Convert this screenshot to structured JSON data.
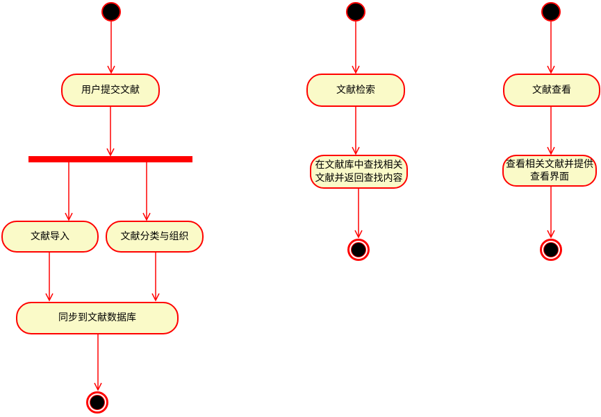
{
  "diagram": {
    "kind": "uml-activity-diagram",
    "colors": {
      "border": "#FF0000",
      "fill": "#FAFAC8",
      "text": "#000000",
      "node": "#000000",
      "background": "#FFFFFF"
    },
    "flows": [
      {
        "name": "literature-submission",
        "sequence": [
          "start",
          "用户提交文献",
          "fork",
          "文献导入 | 文献分类与组织",
          "同步到文献数据库",
          "end"
        ]
      },
      {
        "name": "literature-search",
        "sequence": [
          "start",
          "文献检索",
          "在文献库中查找相关文献并返回查找内容",
          "end"
        ]
      },
      {
        "name": "literature-view",
        "sequence": [
          "start",
          "文献查看",
          "查看相关文献并提供查看界面",
          "end"
        ]
      }
    ]
  },
  "activities": {
    "submit": {
      "label": "用户提交文献"
    },
    "import": {
      "label": "文献导入"
    },
    "classify": {
      "label": "文献分类与组织"
    },
    "sync": {
      "label": "同步到文献数据库"
    },
    "search": {
      "label": "文献检索"
    },
    "search_result": {
      "line1": "在文献库中查找相关",
      "line2": "文献并返回查找内容"
    },
    "view": {
      "label": "文献查看"
    },
    "view_result": {
      "line1": "查看相关文献并提供",
      "line2": "查看界面"
    }
  }
}
